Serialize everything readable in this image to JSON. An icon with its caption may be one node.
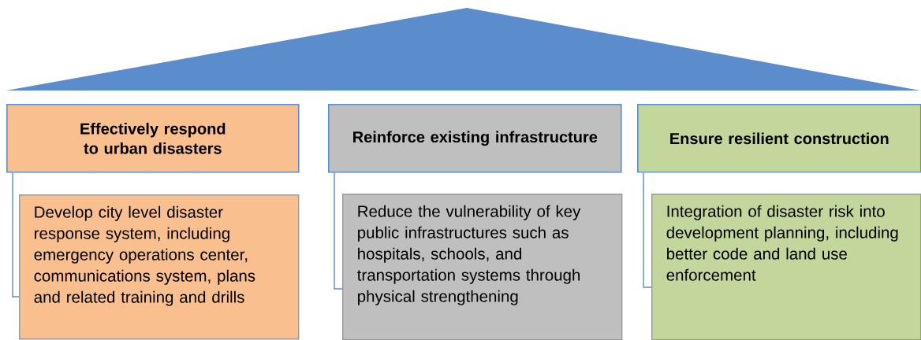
{
  "diagram": {
    "nodes": [
      {
        "text": [
          "Effectively respond to urban disasters"
        ]
      },
      {
        "text": [
          "Reinforce existing infrastructure"
        ]
      },
      {
        "text": [
          "Ensure resilient construction"
        ]
      },
      {
        "text": [
          "Develop city level disaster response system, including emergency operations center, communications system, plans and related training and drills"
        ]
      },
      {
        "text": [
          "Reduce the vulnerability of key public infrastructures such as hospitals, schools, and transportation systems through physical strengthening"
        ]
      },
      {
        "text": [
          "Integration of disaster risk into development planning, including better code and land use enforcement"
        ]
      }
    ],
    "edges": [
      {
        "from": 0,
        "to": 3,
        "arrow": "none"
      },
      {
        "from": 1,
        "to": 4,
        "arrow": "none"
      },
      {
        "from": 2,
        "to": 5,
        "arrow": "none"
      }
    ]
  }
}
